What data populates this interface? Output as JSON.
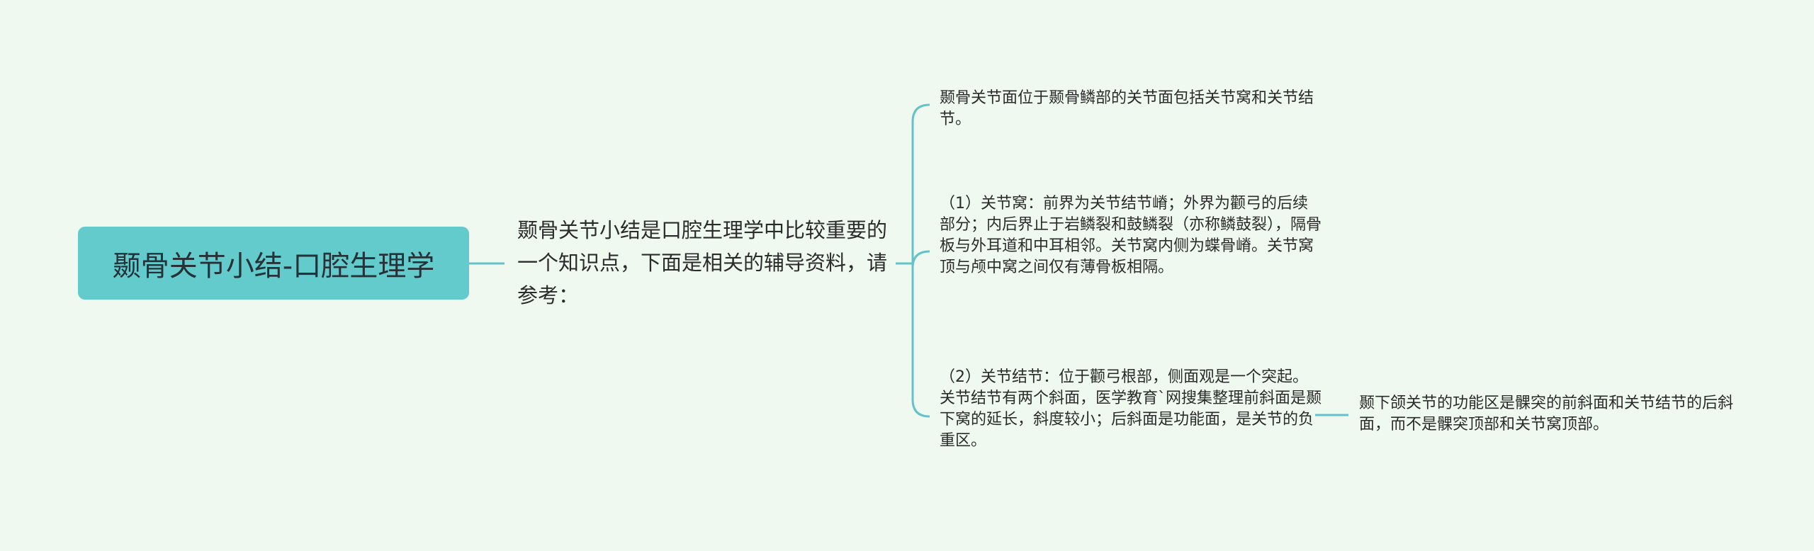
{
  "mindmap": {
    "root": {
      "label": "颞骨关节小结-口腔生理学",
      "color": "#63cbcc"
    },
    "level1": {
      "text": "颞骨关节小结是口腔生理学中比较重要的一个知识点，下面是相关的辅导资料，请参考："
    },
    "level2": [
      {
        "text": "颞骨关节面位于颞骨鳞部的关节面包括关节窝和关节结节。"
      },
      {
        "text": "（1）关节窝：前界为关节结节嵴；外界为颧弓的后续部分；内后界止于岩鳞裂和鼓鳞裂（亦称鳞鼓裂），隔骨板与外耳道和中耳相邻。关节窝内侧为蝶骨嵴。关节窝顶与颅中窝之间仅有薄骨板相隔。"
      },
      {
        "text": "（2）关节结节：位于颧弓根部，侧面观是一个突起。关节结节有两个斜面，医学教育`网搜集整理前斜面是颞下窝的延长，斜度较小；后斜面是功能面，是关节的负重区。"
      }
    ],
    "leaf": {
      "text": "颞下颌关节的功能区是髁突的前斜面和关节结节的后斜面，而不是髁突顶部和关节窝顶部。"
    },
    "line_color": "#63c3c8",
    "background": "#f0f9f0"
  }
}
